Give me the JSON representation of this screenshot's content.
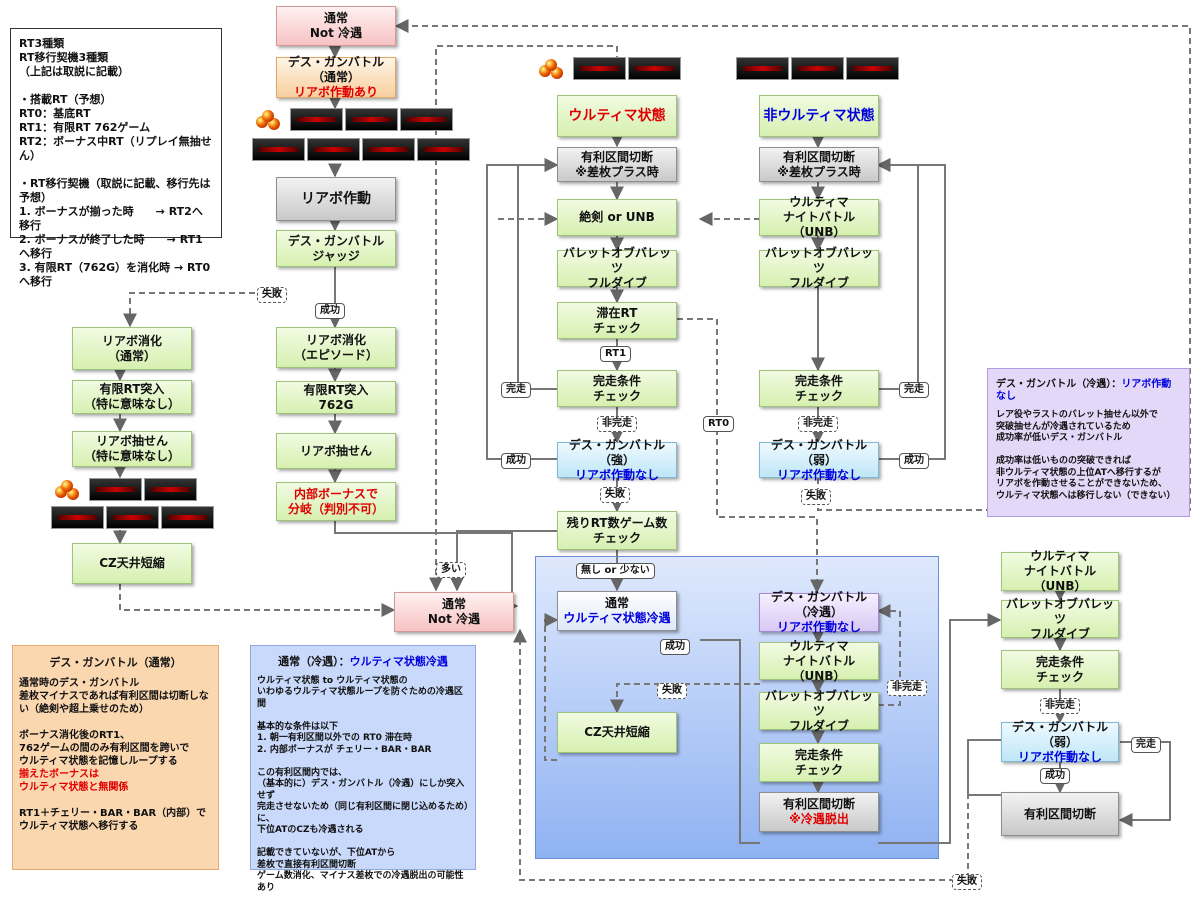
{
  "colors": {
    "green": "#d6f0b0",
    "pink": "#f7c3c3",
    "orange": "#f7cf9f",
    "gray": "#c9c9c9",
    "cyan": "#bfe6f7",
    "purple": "#d8c8f4",
    "red_text": "#e00000",
    "blue_text": "#0000dd",
    "region_blue": "#8fb2f2"
  },
  "legend_box": {
    "lines": [
      "RT3種類",
      "RT移行契機3種類",
      "（上記は取説に記載）",
      "",
      "・搭載RT（予想）",
      "RT0：基底RT",
      "RT1：有限RT 762ゲーム",
      "RT2：ボーナス中RT（リプレイ無抽せん）",
      "",
      "・RT移行契機（取説に記載、移行先は予想）",
      "1. ボーナスが揃った時　　→ RT2へ移行",
      "2. ボーナスが終了した時　　→ RT1へ移行",
      "3. 有限RT（762G）を消化時 → RT0へ移行"
    ]
  },
  "nodes": {
    "normal_top": [
      "通常",
      "Not 冷遇"
    ],
    "death_normal": [
      "デス・ガンバトル（通常）",
      "リアボ作動あり"
    ],
    "riabo_active": [
      "リアボ作動"
    ],
    "death_judge": [
      "デス・ガンバトル",
      "ジャッジ"
    ],
    "riabo_syouka_normal": [
      "リアボ消化",
      "（通常）"
    ],
    "limited_rt_entry_normal": [
      "有限RT突入",
      "（特に意味なし）"
    ],
    "riabo_chusen_normal": [
      "リアボ抽せん",
      "（特に意味なし）"
    ],
    "cz_short_left": [
      "CZ天井短縮"
    ],
    "riabo_syouka_ep": [
      "リアボ消化",
      "（エピソード）"
    ],
    "limited_rt_762": [
      "有限RT突入",
      "762G"
    ],
    "riabo_chusen": [
      "リアボ抽せん"
    ],
    "internal_bonus": [
      "内部ボーナスで",
      "分岐（判別不可）"
    ],
    "ultima_state": [
      "ウルティマ状態"
    ],
    "non_ultima_state": [
      "非ウルティマ状態"
    ],
    "advantage_cut_u": [
      "有利区間切断",
      "※差枚プラス時"
    ],
    "zetsuken": [
      "絶剣 or UNB"
    ],
    "bullet_u": [
      "バレットオブバレッツ",
      "フルダイブ"
    ],
    "rt_check": [
      "滞在RT",
      "チェック"
    ],
    "complete_check_u": [
      "完走条件",
      "チェック"
    ],
    "death_strong": [
      "デス・ガンバトル（強）",
      "リアボ作動なし"
    ],
    "remaining_rt": [
      "残りRT数ゲーム数",
      "チェック"
    ],
    "advantage_cut_n": [
      "有利区間切断",
      "※差枚プラス時"
    ],
    "ultima_unb_n": [
      "ウルティマ",
      "ナイトバトル（UNB）"
    ],
    "bullet_n": [
      "バレットオブバレッツ",
      "フルダイブ"
    ],
    "complete_check_n": [
      "完走条件",
      "チェック"
    ],
    "death_weak_n": [
      "デス・ガンバトル（弱）",
      "リアボ作動なし"
    ],
    "normal_mid": [
      "通常",
      "Not 冷遇"
    ],
    "normal_cold": [
      "通常",
      "ウルティマ状態冷遇"
    ],
    "cz_short_mid": [
      "CZ天井短縮"
    ],
    "death_cold": [
      "デス・ガンバトル（冷遇）",
      "リアボ作動なし"
    ],
    "ultima_unb_c": [
      "ウルティマ",
      "ナイトバトル（UNB）"
    ],
    "bullet_c": [
      "バレットオブバレッツ",
      "フルダイブ"
    ],
    "complete_check_c": [
      "完走条件",
      "チェック"
    ],
    "advantage_cut_c": [
      "有利区間切断",
      "※冷遇脱出"
    ],
    "ultima_unb_r": [
      "ウルティマ",
      "ナイトバトル（UNB）"
    ],
    "bullet_r": [
      "バレットオブバレッツ",
      "フルダイブ"
    ],
    "complete_check_r": [
      "完走条件",
      "チェック"
    ],
    "death_weak_r": [
      "デス・ガンバトル（弱）",
      "リアボ作動なし"
    ],
    "advantage_cut_r": [
      "有利区間切断"
    ]
  },
  "tags": {
    "fail_judge": "失敗",
    "success_judge": "成功",
    "rt1": "RT1",
    "complete_u": "完走",
    "not_complete_u": "非完走",
    "success_u": "成功",
    "fail_strong": "失敗",
    "rt0": "RT0",
    "complete_n": "完走",
    "not_complete_n": "非完走",
    "success_n": "成功",
    "fail_n": "失敗",
    "many": "多い",
    "none_few": "無し or 少ない",
    "success_cold": "成功",
    "fail_cold": "失敗",
    "not_complete_cold": "非完走",
    "not_complete_r": "非完走",
    "complete_r": "完走",
    "success_r": "成功",
    "fail_bottom": "失敗"
  },
  "notes": {
    "death_normal_note": {
      "title": "デス・ガンバトル（通常）",
      "lines": [
        "通常時のデス・ガンバトル",
        "差枚マイナスであれば有利区間は切断しない（絶剣や超上乗せのため）",
        "",
        "ボーナス消化後のRT1、",
        "762ゲームの間のみ有利区間を跨いで",
        "ウルティマ状態を記憶しループする"
      ],
      "red_lines": [
        "揃えたボーナスは",
        "ウルティマ状態と無関係"
      ],
      "tail": [
        "",
        "RT1＋チェリー・BAR・BAR（内部）で",
        "ウルティマ状態へ移行する"
      ]
    },
    "cold_note": {
      "title_prefix": "通常（冷遇）：",
      "title_highlight": "ウルティマ状態冷遇",
      "lines": [
        "ウルティマ状態 to ウルティマ状態の",
        "いわゆるウルティマ状態ループを防ぐための冷遇区間",
        "",
        "基本的な条件は以下",
        "1. 朝一有利区間以外での RT0 滞在時",
        "2. 内部ボーナスが チェリー・BAR・BAR",
        "",
        "この有利区間内では、",
        "（基本的に）デス・ガンバトル（冷遇）にしか突入せず",
        "完走させないため（同じ有利区間に閉じ込めるため）に、",
        "下位ATのCZも冷遇される",
        "",
        "記載できていないが、下位ATから",
        "差枚で直接有利区間切断",
        "ゲーム数消化、マイナス差枚での冷遇脱出の可能性あり"
      ]
    },
    "purple_note": {
      "title_prefix": "デス・ガンバトル（冷遇）：",
      "title_highlight": "リアボ作動なし",
      "lines": [
        "レア役やラストのバレット抽せん以外で",
        "突破抽せんが冷遇されているため",
        "成功率が低いデス・ガンバトル",
        "",
        "成功率は低いものの突破できれば",
        "非ウルティマ状態の上位ATへ移行するが",
        "リアボを作動させることができないため、",
        "ウルティマ状態へは移行しない（できない）"
      ]
    }
  }
}
